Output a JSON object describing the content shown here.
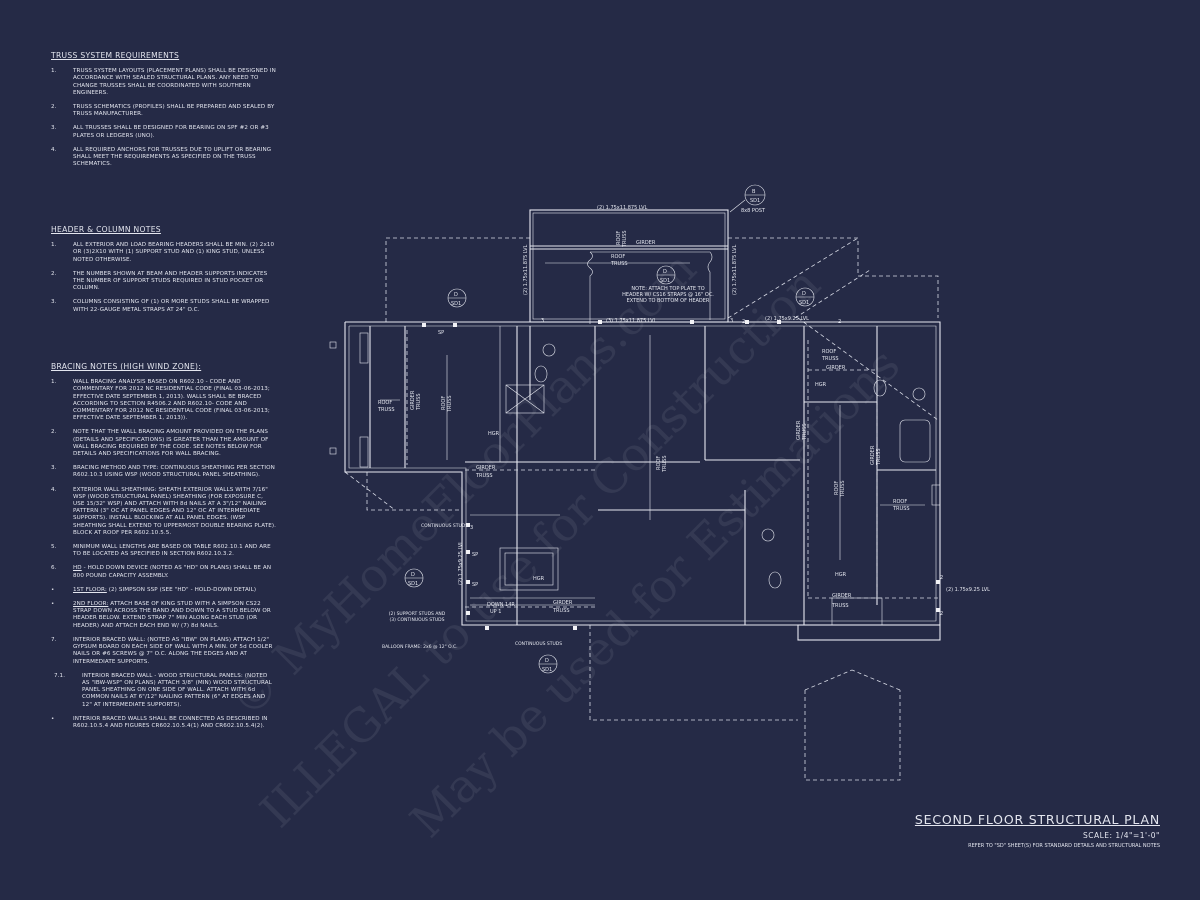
{
  "truss_notes": {
    "heading": "TRUSS SYSTEM REQUIREMENTS",
    "items": [
      {
        "num": "1.",
        "text": "TRUSS SYSTEM LAYOUTS (PLACEMENT PLANS) SHALL BE DESIGNED IN ACCORDANCE WITH SEALED STRUCTURAL PLANS. ANY NEED TO CHANGE TRUSSES SHALL BE COORDINATED WITH SOUTHERN ENGINEERS."
      },
      {
        "num": "2.",
        "text": "TRUSS SCHEMATICS (PROFILES) SHALL BE PREPARED AND SEALED BY TRUSS MANUFACTURER."
      },
      {
        "num": "3.",
        "text": "ALL TRUSSES SHALL BE DESIGNED FOR BEARING ON SPF #2 OR #3 PLATES OR LEDGERS (UNO)."
      },
      {
        "num": "4.",
        "text": "ALL REQUIRED ANCHORS FOR TRUSSES DUE TO UPLIFT OR BEARING SHALL MEET THE REQUIREMENTS AS SPECIFIED ON THE TRUSS SCHEMATICS."
      }
    ]
  },
  "header_notes": {
    "heading": "HEADER & COLUMN NOTES",
    "items": [
      {
        "num": "1.",
        "text": "ALL EXTERIOR AND LOAD BEARING HEADERS SHALL BE MIN. (2) 2x10 OR (3)2X10 WITH (1) SUPPORT STUD AND (1) KING STUD, UNLESS NOTED OTHERWISE."
      },
      {
        "num": "2.",
        "text": "THE NUMBER SHOWN AT BEAM AND HEADER SUPPORTS INDICATES THE NUMBER OF SUPPORT STUDS REQUIRED IN STUD POCKET OR COLUMN."
      },
      {
        "num": "3.",
        "text": "COLUMNS CONSISTING OF (1) OR MORE STUDS SHALL BE WRAPPED WITH 22-GAUGE METAL STRAPS AT 24\" O.C."
      }
    ]
  },
  "bracing_notes": {
    "heading": "BRACING NOTES (HIGH WIND ZONE):",
    "items": [
      {
        "num": "1.",
        "text": "WALL BRACING ANALYSIS BASED ON R602.10 - CODE AND COMMENTARY FOR 2012 NC RESIDENTIAL CODE (FINAL 03-06-2013; EFFECTIVE DATE SEPTEMBER 1, 2013). WALLS SHALL BE BRACED ACCORDING TO SECTION R4506.2 AND R602.10- CODE AND COMMENTARY FOR 2012 NC RESIDENTIAL CODE (FINAL 03-06-2013; EFFECTIVE DATE SEPTEMBER 1, 2013))."
      },
      {
        "num": "2.",
        "text": "NOTE THAT THE WALL BRACING AMOUNT PROVIDED ON THE PLANS (DETAILS AND SPECIFICATIONS) IS GREATER THAN THE AMOUNT OF WALL BRACING REQUIRED BY THE CODE. SEE NOTES BELOW FOR DETAILS AND SPECIFICATIONS FOR WALL BRACING."
      },
      {
        "num": "3.",
        "text": "BRACING METHOD AND TYPE: CONTINUOUS SHEATHING PER SECTION R602.10.3 USING WSP (WOOD STRUCTURAL PANEL SHEATHING)."
      },
      {
        "num": "4.",
        "text": "EXTERIOR WALL SHEATHING: SHEATH EXTERIOR WALLS WITH 7/16\" WSP (WOOD STRUCTURAL PANEL) SHEATHING (FOR EXPOSURE C, USE 15/32\" WSP) AND ATTACH WITH 8d NAILS AT A 3\"/12\" NAILING PATTERN (3\" OC AT PANEL EDGES AND 12\" OC AT INTERMEDIATE SUPPORTS). INSTALL BLOCKING AT ALL PANEL EDGES. (WSP SHEATHING SHALL EXTEND TO UPPERMOST DOUBLE BEARING PLATE). BLOCK AT ROOF PER R602.10.5.5."
      },
      {
        "num": "5.",
        "text": "MINIMUM WALL LENGTHS ARE BASED ON TABLE R602.10.1 AND ARE TO BE LOCATED AS SPECIFIED IN SECTION R602.10.3.2."
      },
      {
        "num": "6.",
        "label": "HD",
        "text": " - HOLD DOWN DEVICE (NOTED AS \"HD\" ON PLANS) SHALL BE AN 800 POUND CAPACITY ASSEMBLY."
      },
      {
        "num": "•",
        "label": "1ST FLOOR:",
        "text": " (2) SIMPSON SSP (SEE \"HD\" - HOLD-DOWN DETAIL)"
      },
      {
        "num": "•",
        "label": "2ND FLOOR:",
        "text": " ATTACH BASE OF KING STUD WITH A SIMPSON CS22 STRAP DOWN ACROSS THE BAND AND DOWN TO A STUD BELOW OR HEADER BELOW. EXTEND STRAP 7\" MIN ALONG EACH STUD (OR HEADER) AND ATTACH EACH END W/ (7) 8d NAILS."
      },
      {
        "num": "7.",
        "text": "INTERIOR BRACED WALL: (NOTED AS \"IBW\" ON PLANS) ATTACH 1/2\" GYPSUM BOARD ON EACH SIDE OF WALL WITH A MIN. OF 5d COOLER NAILS OR #6 SCREWS @ 7\" O.C. ALONG THE EDGES AND AT INTERMEDIATE SUPPORTS."
      },
      {
        "num": "7.1.",
        "sub": true,
        "text": "INTERIOR BRACED WALL - WOOD STRUCTURAL PANELS: (NOTED AS \"IBW-WSP\" ON PLANS) ATTACH 3/8\" (MIN) WOOD STRUCTURAL PANEL SHEATHING ON ONE SIDE OF WALL. ATTACH WITH 6d COMMON NAILS AT 6\"/12\" NAILING PATTERN (6\" AT EDGES AND 12\" AT INTERMEDIATE SUPPORTS)."
      },
      {
        "num": "•",
        "text": "INTERIOR BRACED WALLS SHALL BE CONNECTED AS DESCRIBED IN R602.10.5.4 AND FIGURES CR602.10.5.4(1) AND CR602.10.5.4(2)."
      }
    ]
  },
  "title_block": {
    "title": "SECOND FLOOR STRUCTURAL PLAN",
    "scale": "SCALE: 1/4\"=1'-0\"",
    "refer": "REFER TO \"SD\" SHEET(S) FOR STANDARD DETAILS AND STRUCTURAL NOTES"
  },
  "plan": {
    "lvl_top": "(2) 1.75x11.875 LVL",
    "lvl_left": "(2) 1.75x11.875 LVL",
    "lvl_right_porch": "(2) 1.75x11.875 LVL",
    "lvl_mid": "(3) 1.75x11.875 LVL",
    "lvl_right": "(2) 1.75x9.25 LVL",
    "lvl_stair": "(2) 1.75x9.25 LVL",
    "lvl_bottom_right": "(2) 1.75x9.25 LVL",
    "post": "8x8 POST",
    "detail_b": "B",
    "detail_d": "D",
    "sheet": "SD1",
    "note": "NOTE: ATTACH TOP PLATE TO HEADER W/ CS16 STRAPS @ 16\" OC. EXTEND TO BOTTOM OF HEADER",
    "roof": "ROOF",
    "truss": "TRUSS",
    "girder": "GIRDER",
    "hgr": "HGR",
    "sp": "SP",
    "continuous_studs": "CONTINUOUS STUDS",
    "support_studs": "(2) SUPPORT STUDS AND (3) CONTINUOUS STUDS",
    "balloon": "BALLOON FRAME: 2x6 @ 12\" O.C.",
    "down": "DOWN 14R",
    "up": "UP 1",
    "n2": "2",
    "n3": "3"
  },
  "watermarks": [
    "© MyHomeFloorPlans.com",
    "ILLEGAL to use for Construction",
    "May be used for Estimations"
  ]
}
